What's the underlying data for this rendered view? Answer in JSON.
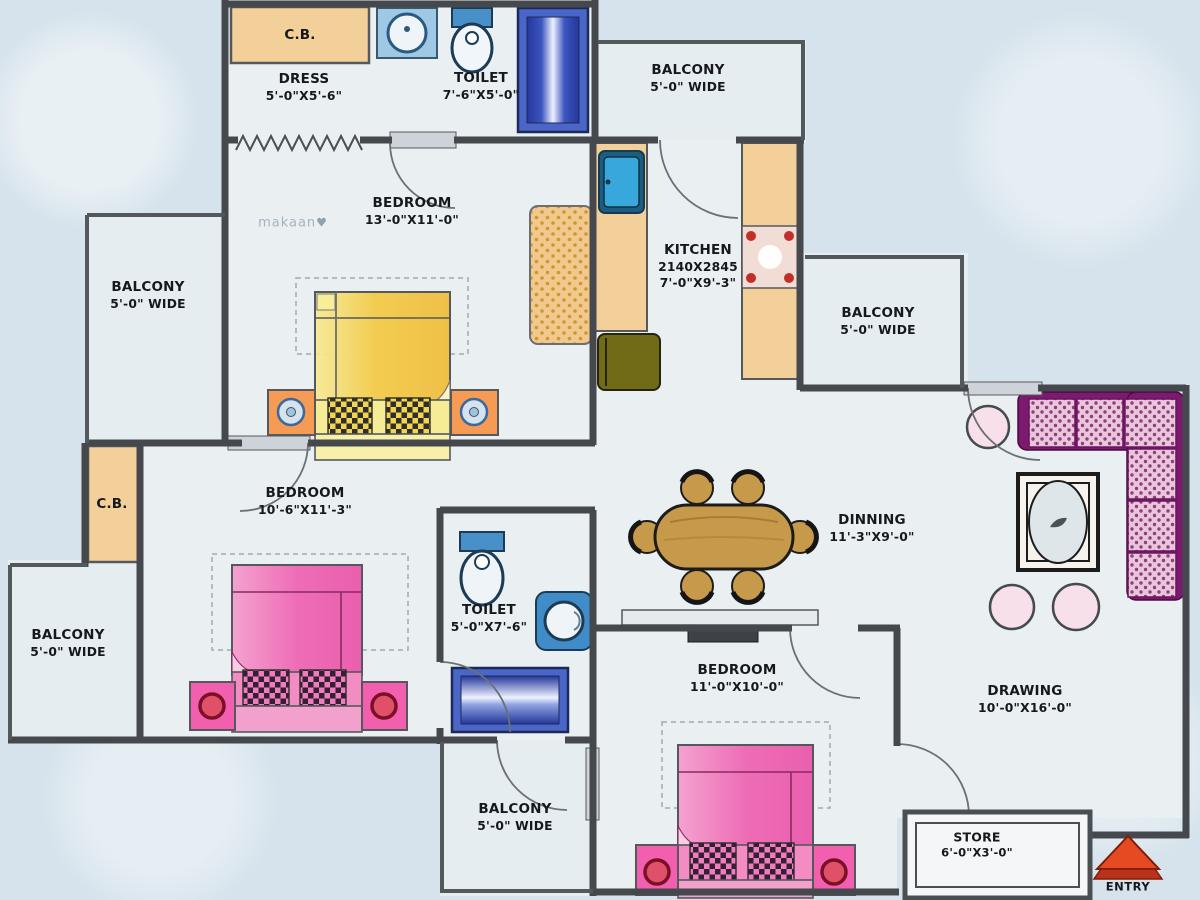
{
  "watermark": {
    "brand": "makaan",
    "heart": "♥"
  },
  "rooms": {
    "cb_top": {
      "label": "C.B."
    },
    "dress": {
      "label": "DRESS",
      "size": "5'-0\"X5'-6\""
    },
    "toilet_top": {
      "label": "TOILET",
      "size": "7'-6\"X5'-0\""
    },
    "balcony_top": {
      "label": "BALCONY",
      "size": "5'-0\" WIDE"
    },
    "bedroom_master": {
      "label": "BEDROOM",
      "size": "13'-0\"X11'-0\""
    },
    "kitchen": {
      "label": "KITCHEN",
      "size_mm": "2140X2845",
      "size": "7'-0\"X9'-3\""
    },
    "balcony_left": {
      "label": "BALCONY",
      "size": "5'-0\" WIDE"
    },
    "balcony_right": {
      "label": "BALCONY",
      "size": "5'-0\" WIDE"
    },
    "cb_left": {
      "label": "C.B."
    },
    "bedroom_second": {
      "label": "BEDROOM",
      "size": "10'-6\"X11'-3\""
    },
    "balcony_bottom_left": {
      "label": "BALCONY",
      "size": "5'-0\" WIDE"
    },
    "toilet_second": {
      "label": "TOILET",
      "size": "5'-0\"X7'-6\""
    },
    "dinning": {
      "label": "DINNING",
      "size": "11'-3\"X9'-0\""
    },
    "bedroom_third": {
      "label": "BEDROOM",
      "size": "11'-0\"X10'-0\""
    },
    "drawing": {
      "label": "DRAWING",
      "size": "10'-0\"X16'-0\""
    },
    "balcony_bottom_mid": {
      "label": "BALCONY",
      "size": "5'-0\" WIDE"
    },
    "store": {
      "label": "STORE",
      "size": "6'-0\"X3'-0\""
    },
    "entry": {
      "label": "ENTRY"
    }
  },
  "colors": {
    "wall": "#45494e",
    "floor": "#eaeff2",
    "cabinet_tan": "#f3cf9a",
    "bed_master_yellow": "#f2cc50",
    "bed_pink": "#ee6db6",
    "side_table_orange": "#f59b53",
    "side_table_pink": "#f25fae",
    "sofa_purple": "#7c1a70",
    "dining_wood": "#c79a4b",
    "fixture_blue": "#4a66c8",
    "sink_blue": "#38a8dc",
    "fridge_olive": "#716a17",
    "entry_arrow_red": "#e64a22"
  }
}
